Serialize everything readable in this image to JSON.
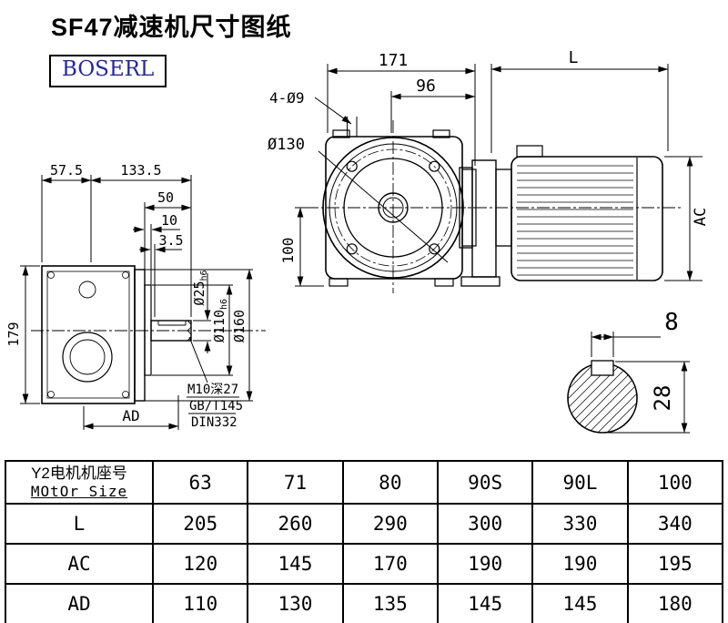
{
  "page": {
    "title": "SF47减速机尺寸图纸",
    "brand": "BOSERL"
  },
  "dims": {
    "front": {
      "total_width": "171",
      "flange_offset": "96",
      "bolt_holes": "4-Ø9",
      "bolt_circle_dia": "Ø130",
      "center_height": "100"
    },
    "motor": {
      "length": "L",
      "height": "AC"
    },
    "side": {
      "dim_57_5": "57.5",
      "dim_133_5": "133.5",
      "dim_50": "50",
      "dim_10": "10",
      "dim_3_5": "3.5",
      "height_179": "179",
      "dim_ad": "AD",
      "shaft_dia": "Ø25",
      "shaft_tol": "h6",
      "spigot_dia": "Ø110",
      "spigot_tol": "h6",
      "flange_dia": "Ø160",
      "tap_note": "M10深27",
      "std_note1": "GB/T145",
      "std_note2": "DIN332"
    },
    "section": {
      "key_width": "8",
      "key_depth": "28"
    }
  },
  "table": {
    "row_header_cn": "Y2电机机座号",
    "row_header_en": "MOtOr Size",
    "sizes": [
      "63",
      "71",
      "80",
      "90S",
      "90L",
      "100"
    ],
    "rows": [
      {
        "label": "L",
        "values": [
          "205",
          "260",
          "290",
          "300",
          "330",
          "340"
        ]
      },
      {
        "label": "AC",
        "values": [
          "120",
          "145",
          "170",
          "190",
          "190",
          "195"
        ]
      },
      {
        "label": "AD",
        "values": [
          "110",
          "130",
          "135",
          "145",
          "145",
          "180"
        ]
      }
    ]
  }
}
